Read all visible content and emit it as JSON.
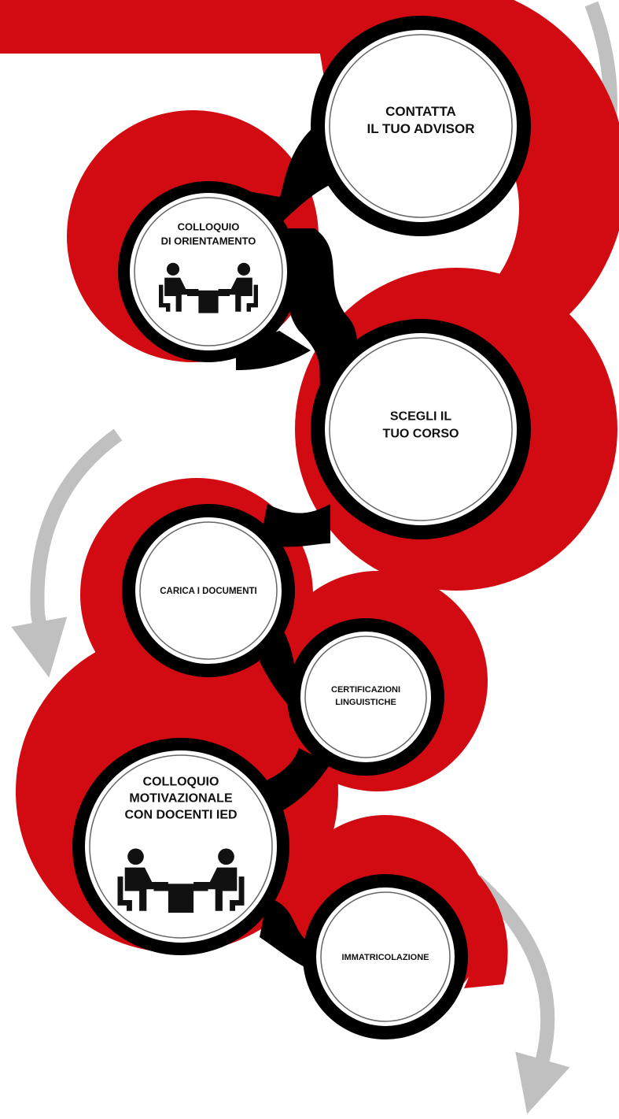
{
  "colors": {
    "red": "#d20a11",
    "black": "#000000",
    "white": "#ffffff",
    "arrow_gray": "#c0c0c0",
    "ring_inner": "#666666"
  },
  "steps": [
    {
      "lines": [
        "CONTATTA",
        "IL TUO ADVISOR"
      ],
      "icon": ""
    },
    {
      "lines": [
        "COLLOQUIO",
        "DI ORIENTAMENTO"
      ],
      "icon": "meeting-icon"
    },
    {
      "lines": [
        "SCEGLI IL",
        "TUO CORSO"
      ],
      "icon": ""
    },
    {
      "lines": [
        "CARICA I DOCUMENTI"
      ],
      "icon": ""
    },
    {
      "lines": [
        "CERTIFICAZIONI",
        "LINGUISTICHE"
      ],
      "icon": ""
    },
    {
      "lines": [
        "COLLOQUIO",
        "MOTIVAZIONALE",
        "CON DOCENTI IED"
      ],
      "icon": "meeting-icon"
    },
    {
      "lines": [
        "IMMATRICOLAZIONE"
      ],
      "icon": ""
    }
  ]
}
